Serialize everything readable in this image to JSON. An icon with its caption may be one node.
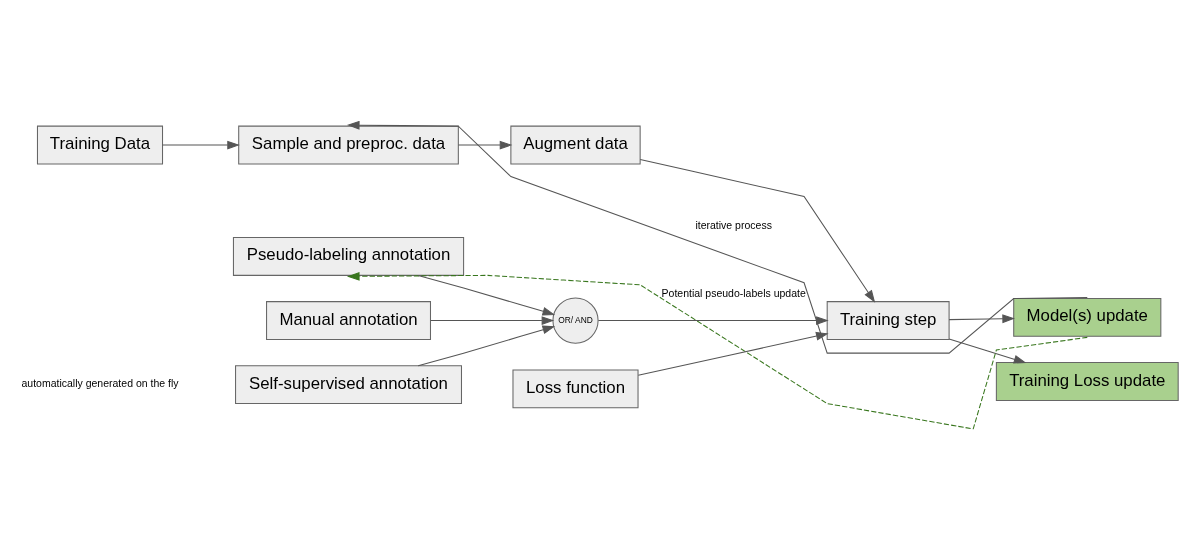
{
  "diagram": {
    "nodes": [
      {
        "text": [
          "Training Data"
        ]
      },
      {
        "text": [
          "Sample and preproc. data"
        ]
      },
      {
        "text": [
          "Augment data"
        ]
      },
      {
        "text": [
          "Training step"
        ]
      },
      {
        "text": [
          "Model(s) update"
        ]
      },
      {
        "text": [
          "Loss function"
        ]
      },
      {
        "text": [
          "Training Loss update"
        ]
      },
      {
        "text": [
          "Manual annotation"
        ]
      },
      {
        "text": [
          "Self-supervised annotation"
        ]
      },
      {
        "text": [
          "Pseudo-labeling annotation"
        ]
      },
      {
        "text": [
          "OR/ AND"
        ]
      }
    ],
    "edges": [
      {
        "from": 0,
        "to": 1,
        "arrow": "to"
      },
      {
        "from": 1,
        "to": 2,
        "arrow": "to"
      },
      {
        "from": 2,
        "to": 3,
        "arrow": "to"
      },
      {
        "from": 3,
        "to": 4,
        "arrow": "to"
      },
      {
        "from": 3,
        "to": 6,
        "arrow": "to"
      },
      {
        "from": 5,
        "to": 3,
        "arrow": "to"
      },
      {
        "from": 4,
        "to": 1,
        "arrow": "to",
        "label": "iterative process"
      },
      {
        "from": 7,
        "to": 10,
        "arrow": "to"
      },
      {
        "from": 8,
        "to": 10,
        "arrow": "to"
      },
      {
        "from": 9,
        "to": 10,
        "arrow": "to"
      },
      {
        "from": 10,
        "to": 3,
        "arrow": "to"
      },
      {
        "from": 4,
        "to": 9,
        "arrow": "to",
        "style": "dashed",
        "color": "#38761d",
        "label": "Potential pseudo-labels update"
      }
    ],
    "labels": [
      "automatically generated on the fly"
    ]
  }
}
